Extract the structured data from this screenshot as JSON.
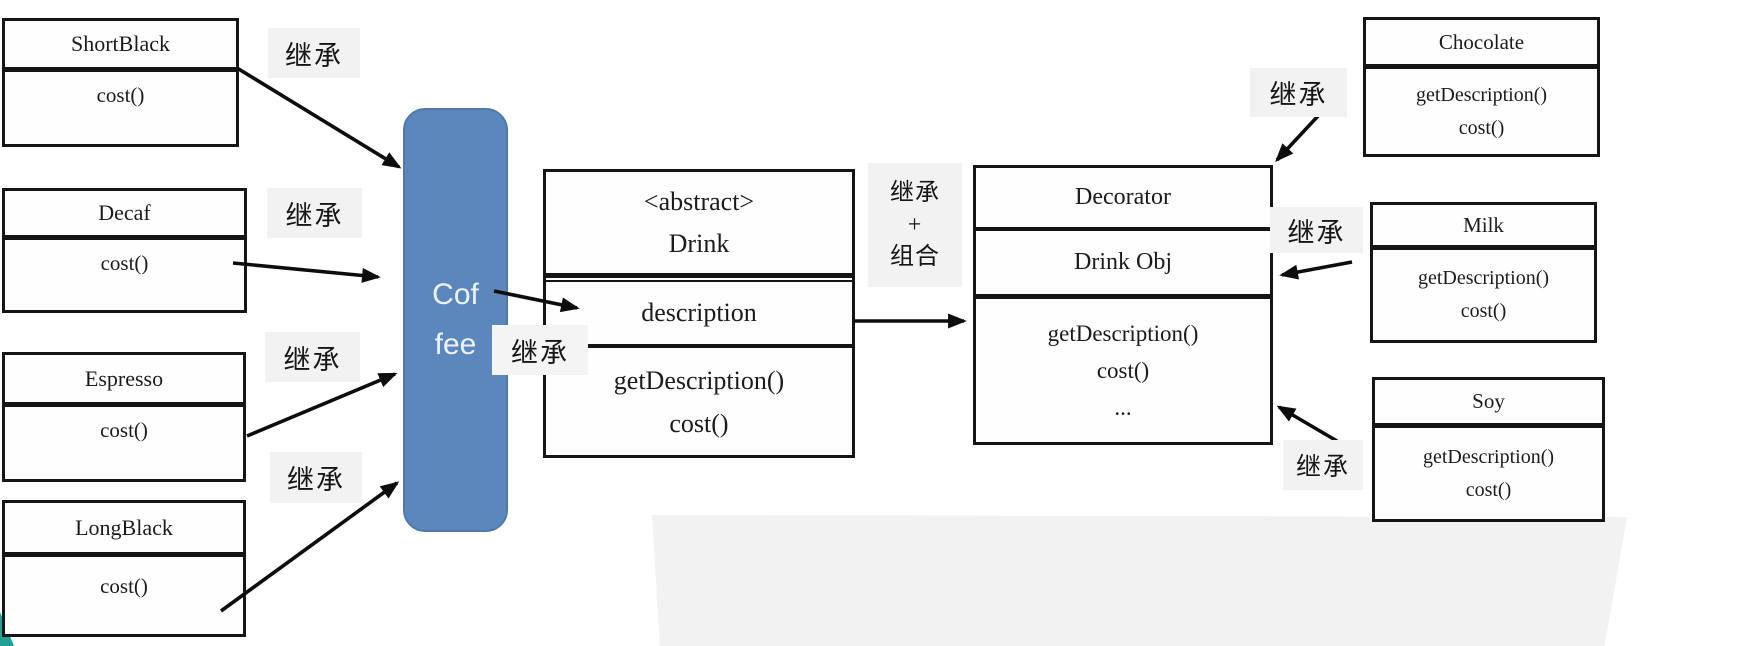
{
  "diagram": {
    "classes": {
      "shortblack": {
        "title": "ShortBlack",
        "methods": [
          "cost()"
        ]
      },
      "decaf": {
        "title": "Decaf",
        "methods": [
          "cost()"
        ]
      },
      "espresso": {
        "title": "Espresso",
        "methods": [
          "cost()"
        ]
      },
      "longblack": {
        "title": "LongBlack",
        "methods": [
          "cost()"
        ]
      },
      "drink": {
        "stereotype": "<abstract>",
        "title": "Drink",
        "attribute": "description",
        "methods": [
          "getDescription()",
          "cost()"
        ]
      },
      "decorator": {
        "title": "Decorator",
        "attribute": "Drink Obj",
        "methods": [
          "getDescription()",
          "cost()",
          "..."
        ]
      },
      "chocolate": {
        "title": "Chocolate",
        "methods": [
          "getDescription()",
          "cost()"
        ]
      },
      "milk": {
        "title": "Milk",
        "methods": [
          "getDescription()",
          "cost()"
        ]
      },
      "soy": {
        "title": "Soy",
        "methods": [
          "getDescription()",
          "cost()"
        ]
      }
    },
    "coffee_node": {
      "line1": "Cof",
      "line2": "fee"
    },
    "labels": {
      "inherit": "继承",
      "inherit_combo": {
        "line1": "继承",
        "line2": "+",
        "line3": "组合"
      }
    },
    "colors": {
      "coffee_fill": "#5b87bd",
      "coffee_text": "#edf3fb",
      "box_border": "#151515",
      "label_bg": "#f2f2f2",
      "arrow": "#0d0d0d",
      "bottom_band": "#f2f2f2",
      "corner_teal": "#1fa193"
    }
  }
}
